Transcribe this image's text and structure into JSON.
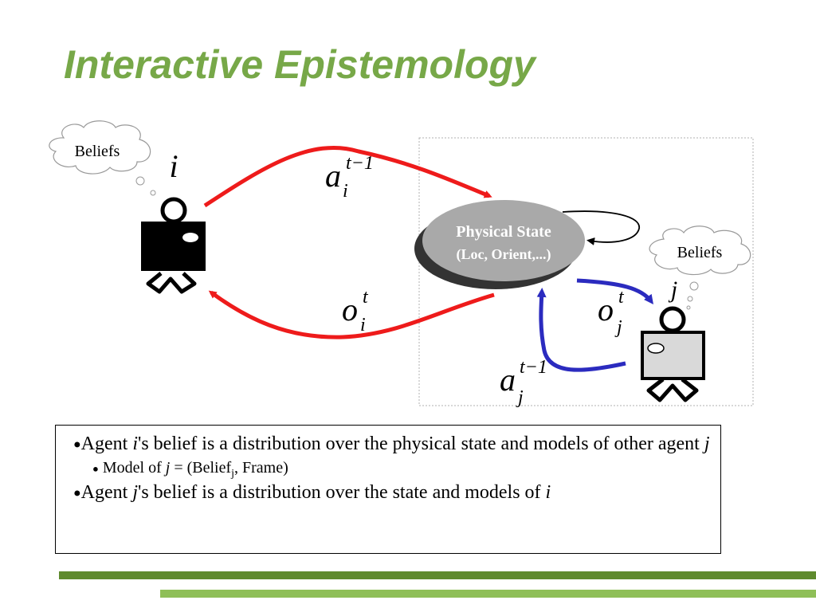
{
  "title": "Interactive Epistemology",
  "colors": {
    "title": "#77a848",
    "red_arrow": "#ee1b1b",
    "blue_arrow": "#2b2bbf",
    "state_ellipse": "#a9a9a9",
    "bar_dark": "#5f8a2e",
    "bar_light": "#8fbf58"
  },
  "diagram": {
    "agent_i_label": "i",
    "agent_j_label": "j",
    "beliefs_i": "Beliefs",
    "beliefs_j": "Beliefs",
    "state_line1": "Physical State",
    "state_line2": "(Loc, Orient,...)",
    "action_i": {
      "base": "a",
      "sub": "i",
      "sup": "t−1"
    },
    "obs_i": {
      "base": "o",
      "sub": "i",
      "sup": "t"
    },
    "obs_j": {
      "base": "o",
      "sub": "j",
      "sup": "t"
    },
    "action_j": {
      "base": "a",
      "sub": "j",
      "sup": "t−1"
    }
  },
  "bullets": {
    "b1_pre": "Agent ",
    "b1_i": "i",
    "b1_post": "'s belief is a distribution over the physical state and models of other agent ",
    "b1_j": "j",
    "b2_pre": "Model of ",
    "b2_j": "j",
    "b2_mid": " = (Belief",
    "b2_sub": "j",
    "b2_post": ", Frame)",
    "b3_pre": "Agent ",
    "b3_j": "j",
    "b3_post": "'s belief is a distribution over the state and models of ",
    "b3_i": "i"
  }
}
